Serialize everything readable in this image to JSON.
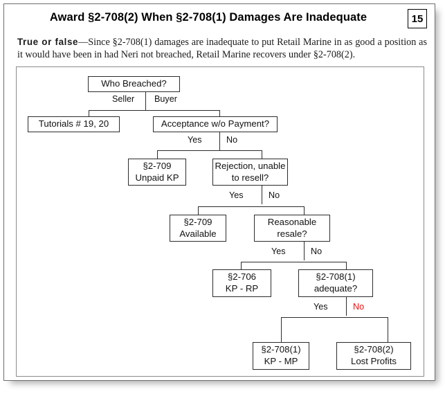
{
  "slide": {
    "title": "Award §2-708(2) When §2-708(1) Damages Are Inadequate",
    "page_number": "15",
    "prompt": {
      "lead": "True or false",
      "body": "—Since §2-708(1) damages are inadequate to put Retail Marine in as good a position as it would have been in had Neri not breached, Retail Marine recovers under §2-708(2)."
    }
  },
  "diagram": {
    "type": "flowchart",
    "nodes": [
      {
        "id": "who-breached",
        "label": "Who Breached?",
        "line1": "Who Breached?",
        "line2": ""
      },
      {
        "id": "tutorials",
        "label": "Tutorials # 19, 20",
        "line1": "Tutorials # 19, 20",
        "line2": ""
      },
      {
        "id": "acceptance",
        "label": "Acceptance w/o Payment?",
        "line1": "Acceptance w/o Payment?",
        "line2": ""
      },
      {
        "id": "2709-unpaid-kp",
        "label": "§2-709 Unpaid KP",
        "line1": "§2-709",
        "line2": "Unpaid KP"
      },
      {
        "id": "rejection-resell",
        "label": "Rejection, unable to resell?",
        "line1": "Rejection, unable",
        "line2": "to resell?"
      },
      {
        "id": "2709-available",
        "label": "§2-709 Available",
        "line1": "§2-709",
        "line2": "Available"
      },
      {
        "id": "reasonable-resale",
        "label": "Reasonable resale?",
        "line1": "Reasonable",
        "line2": "resale?"
      },
      {
        "id": "2706-kp-rp",
        "label": "§2-706 KP - RP",
        "line1": "§2-706",
        "line2": "KP - RP"
      },
      {
        "id": "2708-1-adequate",
        "label": "§2-708(1) adequate?",
        "line1": "§2-708(1)",
        "line2": "adequate?"
      },
      {
        "id": "2708-1-kp-mp",
        "label": "§2-708(1) KP - MP",
        "line1": "§2-708(1)",
        "line2": "KP - MP"
      },
      {
        "id": "2708-2-lost",
        "label": "§2-708(2) Lost Profits",
        "line1": "§2-708(2)",
        "line2": "Lost Profits"
      }
    ],
    "branch_labels": {
      "seller": "Seller",
      "buyer": "Buyer",
      "acceptance_yes": "Yes",
      "acceptance_no": "No",
      "rejection_yes": "Yes",
      "rejection_no": "No",
      "resale_yes": "Yes",
      "resale_no": "No",
      "adequate_yes": "Yes",
      "adequate_no": "No"
    },
    "highlight_color": "#e8100f",
    "highlighted_branch": "adequate_no"
  }
}
